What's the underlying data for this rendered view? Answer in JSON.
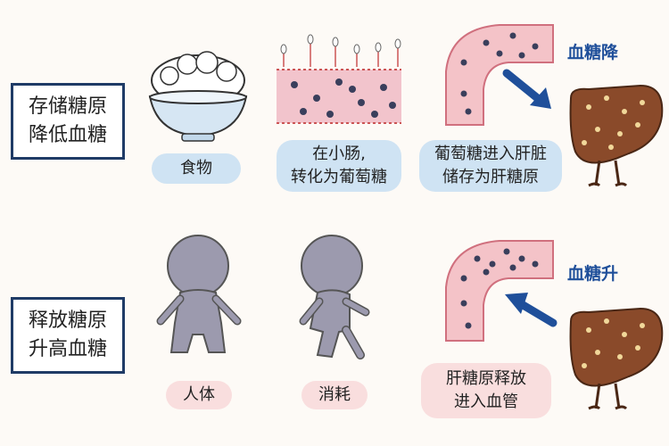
{
  "row1": {
    "box_lines": [
      "存储糖原",
      "降低血糖"
    ],
    "food_label": "食物",
    "intestine_lines": [
      "在小肠,",
      "转化为葡萄糖"
    ],
    "liver_lines": [
      "葡萄糖进入肝脏",
      "储存为肝糖原"
    ],
    "sugar_label": "血糖降"
  },
  "row2": {
    "box_lines": [
      "释放糖原",
      "升高血糖"
    ],
    "body_label": "人体",
    "consume_label": "消耗",
    "release_lines": [
      "肝糖原释放",
      "进入血管"
    ],
    "sugar_label": "血糖升"
  },
  "colors": {
    "navy": "#1f3b66",
    "pill_blue": "#cfe3f3",
    "pill_pink": "#f9dede",
    "vessel_pink": "#f2b8c0",
    "liver_brown": "#8a4a2a",
    "figure_gray": "#9c9aae",
    "arrow_blue": "#1f4f9a"
  }
}
